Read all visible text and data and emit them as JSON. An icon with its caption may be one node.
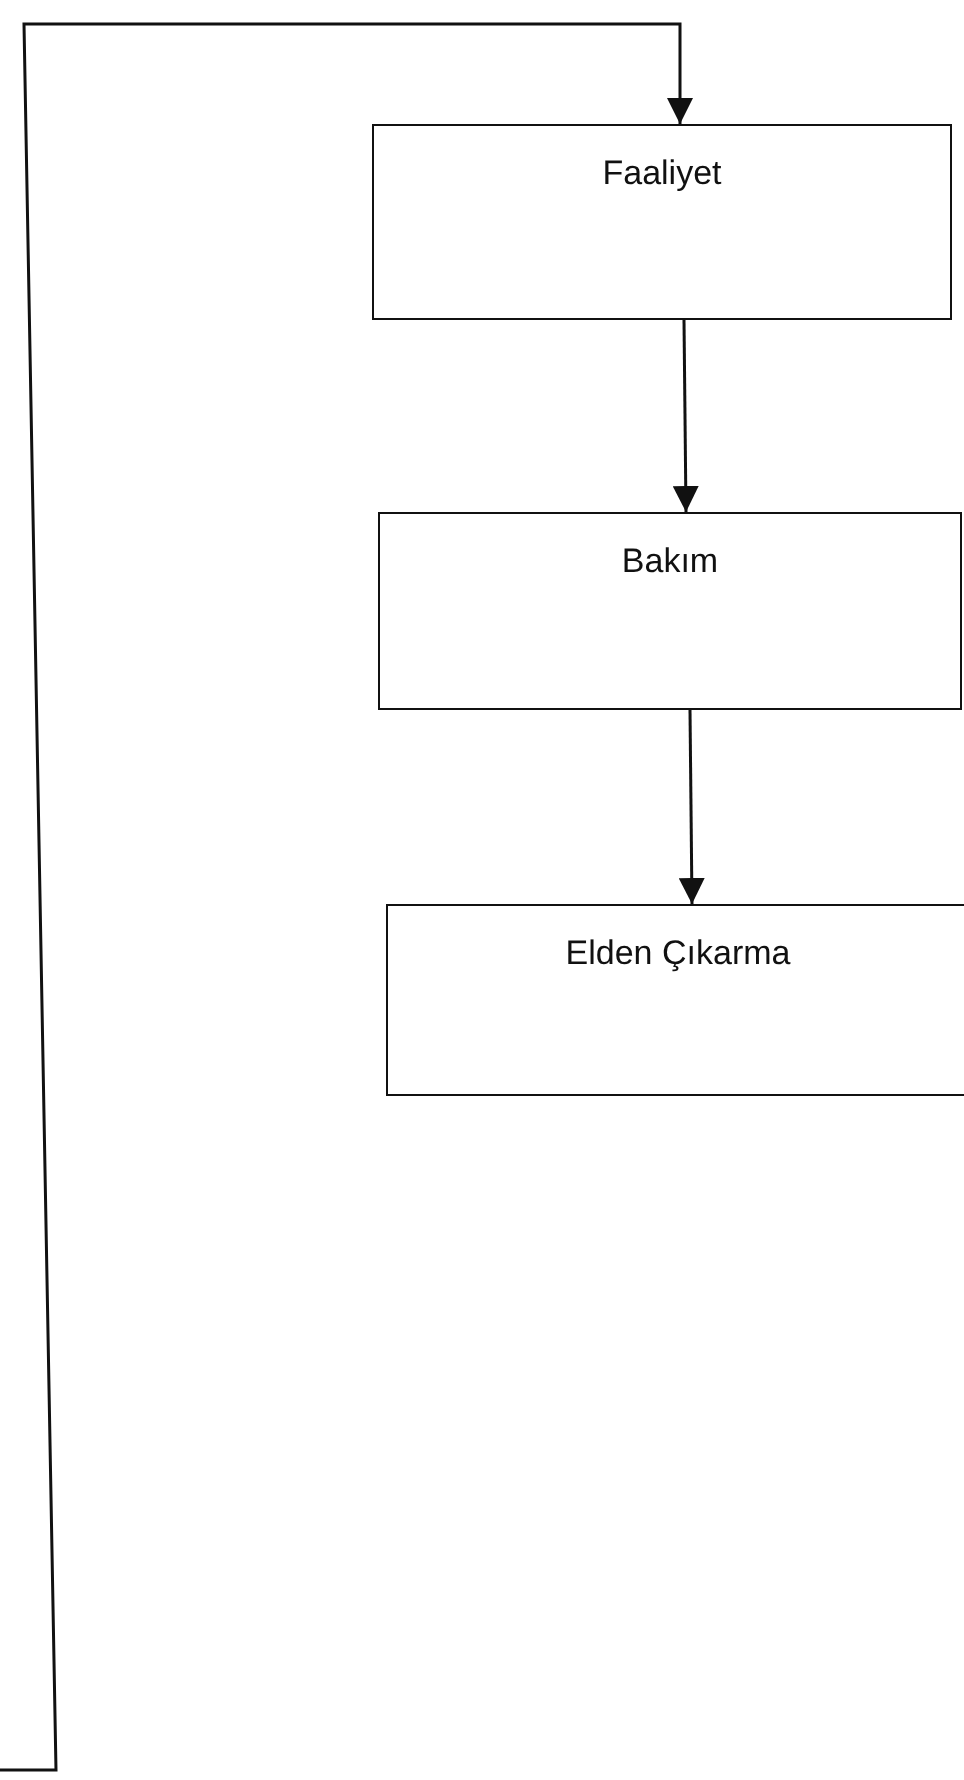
{
  "diagram": {
    "nodes": [
      {
        "text": [
          "Faaliyet"
        ]
      },
      {
        "text": [
          "Bakım"
        ]
      },
      {
        "text": [
          "Elden Çıkarma"
        ]
      }
    ],
    "edges": [
      {
        "from": null,
        "to": 0,
        "arrow": "to"
      },
      {
        "from": 0,
        "to": 1,
        "arrow": "to"
      },
      {
        "from": 1,
        "to": 2,
        "arrow": "to"
      }
    ]
  }
}
